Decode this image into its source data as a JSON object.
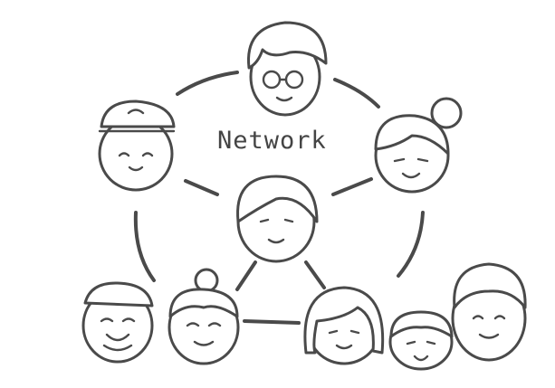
{
  "title": "Network",
  "colors": {
    "line": "#4a4a4a",
    "background": "#ffffff"
  },
  "people": [
    "boy-with-glasses",
    "officer-with-cap",
    "woman-with-bun",
    "center-person",
    "grandpa",
    "grandma",
    "girl",
    "small-boy",
    "man"
  ]
}
